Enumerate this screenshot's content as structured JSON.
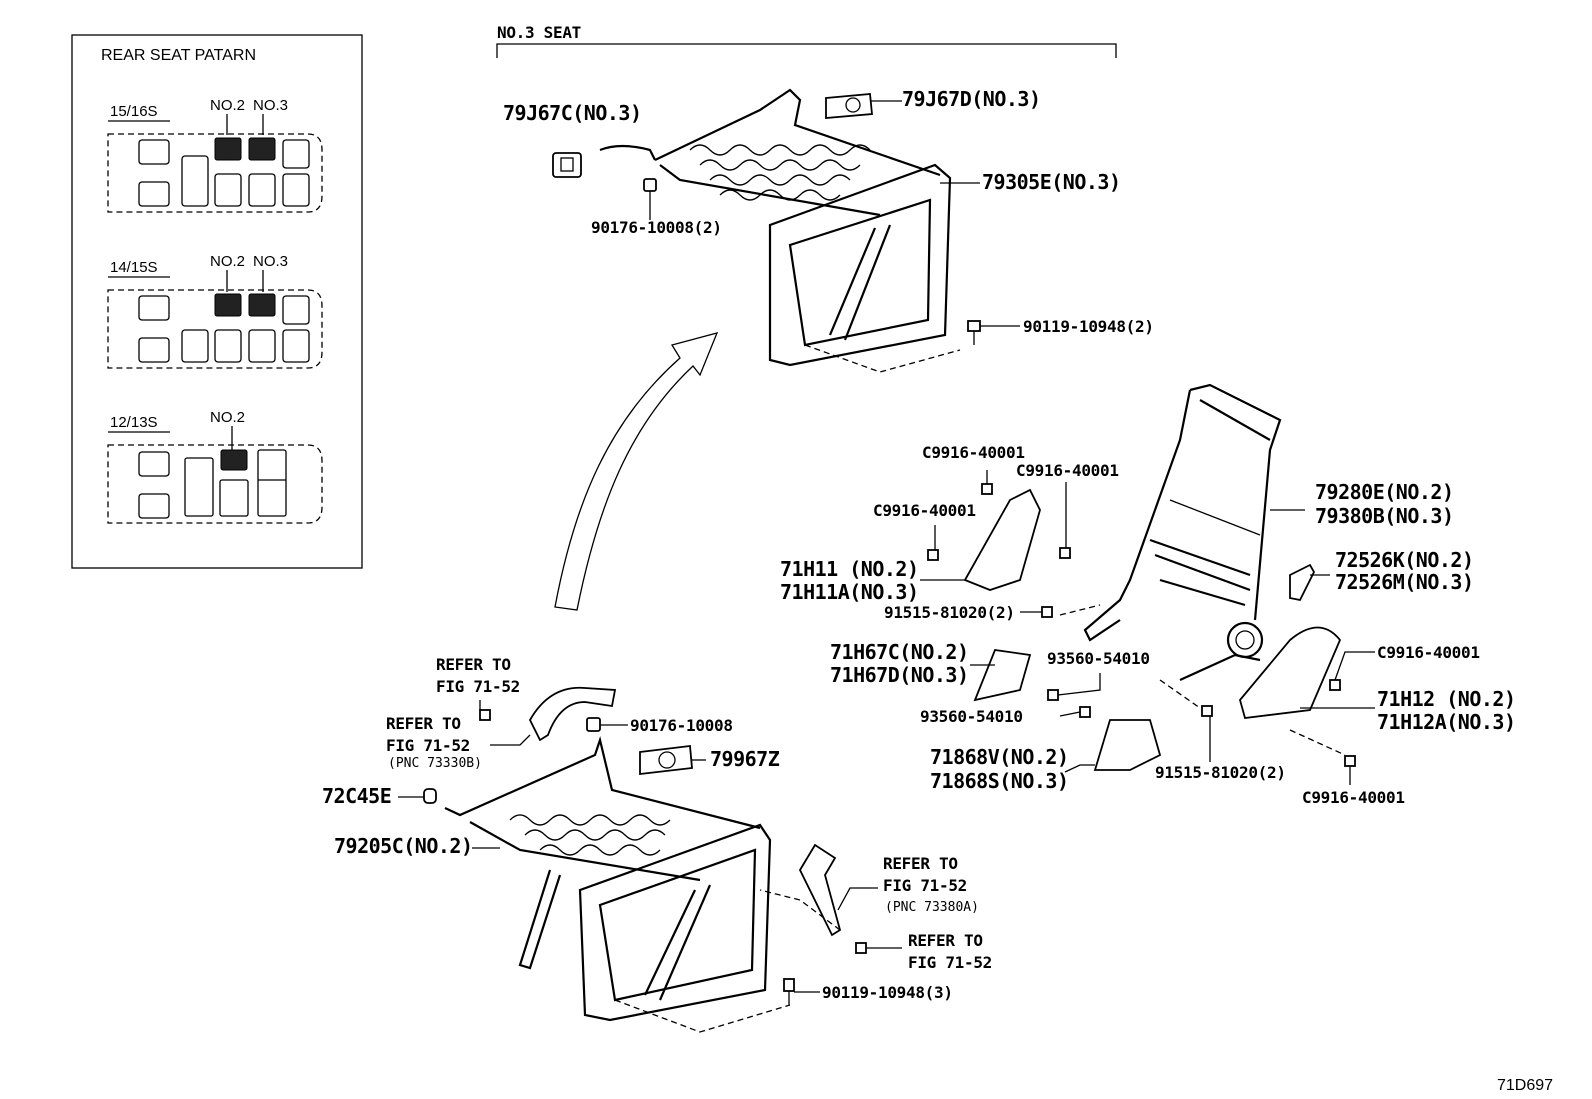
{
  "pattern_box": {
    "title": "REAR SEAT PATARN",
    "rows": [
      {
        "label": "15/16S",
        "seat_labels": [
          "NO.2",
          "NO.3"
        ]
      },
      {
        "label": "14/15S",
        "seat_labels": [
          "NO.2",
          "NO.3"
        ]
      },
      {
        "label": "12/13S",
        "seat_labels": [
          "NO.2"
        ]
      }
    ]
  },
  "no3_header": "NO.3 SEAT",
  "callouts": [
    {
      "id": "c1",
      "text": "79J67C(NO.3)"
    },
    {
      "id": "c2",
      "text": "79J67D(NO.3)"
    },
    {
      "id": "c3",
      "text": "79305E(NO.3)"
    },
    {
      "id": "c4",
      "text": "90176-10008(2)"
    },
    {
      "id": "c5",
      "text": "90119-10948(2)"
    },
    {
      "id": "c6",
      "text": "C9916-40001"
    },
    {
      "id": "c7",
      "text": "C9916-40001"
    },
    {
      "id": "c8",
      "text": "C9916-40001"
    },
    {
      "id": "c9",
      "text": "79280E(NO.2)"
    },
    {
      "id": "c10",
      "text": "79380B(NO.3)"
    },
    {
      "id": "c11",
      "text": "71H11 (NO.2)"
    },
    {
      "id": "c12",
      "text": "71H11A(NO.3)"
    },
    {
      "id": "c13",
      "text": "72526K(NO.2)"
    },
    {
      "id": "c14",
      "text": "72526M(NO.3)"
    },
    {
      "id": "c15",
      "text": "91515-81020(2)"
    },
    {
      "id": "c16",
      "text": "71H67C(NO.2)"
    },
    {
      "id": "c17",
      "text": "71H67D(NO.3)"
    },
    {
      "id": "c18",
      "text": "93560-54010"
    },
    {
      "id": "c19",
      "text": "93560-54010"
    },
    {
      "id": "c20",
      "text": "C9916-40001"
    },
    {
      "id": "c21",
      "text": "71H12 (NO.2)"
    },
    {
      "id": "c22",
      "text": "71H12A(NO.3)"
    },
    {
      "id": "c23",
      "text": "71868V(NO.2)"
    },
    {
      "id": "c24",
      "text": "71868S(NO.3)"
    },
    {
      "id": "c25",
      "text": "91515-81020(2)"
    },
    {
      "id": "c26",
      "text": "C9916-40001"
    },
    {
      "id": "c27",
      "text": "REFER TO"
    },
    {
      "id": "c28",
      "text": "FIG 71-52"
    },
    {
      "id": "c29",
      "text": "REFER TO"
    },
    {
      "id": "c30",
      "text": "FIG 71-52"
    },
    {
      "id": "c31",
      "text": "(PNC 73330B)"
    },
    {
      "id": "c32",
      "text": "90176-10008"
    },
    {
      "id": "c33",
      "text": "79967Z"
    },
    {
      "id": "c34",
      "text": "72C45E"
    },
    {
      "id": "c35",
      "text": "79205C(NO.2)"
    },
    {
      "id": "c36",
      "text": "REFER TO"
    },
    {
      "id": "c37",
      "text": "FIG 71-52"
    },
    {
      "id": "c38",
      "text": "(PNC 73380A)"
    },
    {
      "id": "c39",
      "text": "REFER TO"
    },
    {
      "id": "c40",
      "text": "FIG 71-52"
    },
    {
      "id": "c41",
      "text": "90119-10948(3)"
    }
  ],
  "figure_code": "71D697"
}
